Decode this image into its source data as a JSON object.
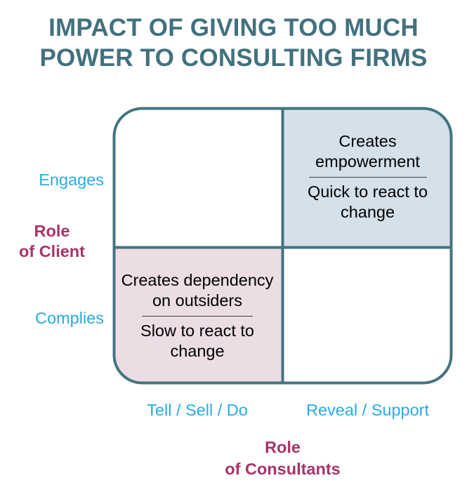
{
  "title": {
    "line1": "IMPACT OF GIVING TOO MUCH",
    "line2": "POWER TO CONSULTING FIRMS",
    "color": "#42717e"
  },
  "chart_data": {
    "type": "table",
    "title": "IMPACT OF GIVING TOO MUCH POWER TO CONSULTING FIRMS",
    "xlabel": "Role of Consultants",
    "ylabel": "Role of Client",
    "x_categories": [
      "Tell / Sell / Do",
      "Reveal / Support"
    ],
    "y_categories": [
      "Engages",
      "Complies"
    ],
    "cells": [
      {
        "row": "Engages",
        "column": "Tell / Sell / Do",
        "primary": "",
        "secondary": "",
        "fill": "#ffffff"
      },
      {
        "row": "Engages",
        "column": "Reveal / Support",
        "primary": "Creates empowerment",
        "secondary": "Quick to react to change",
        "fill": "#d4e0ea"
      },
      {
        "row": "Complies",
        "column": "Tell / Sell / Do",
        "primary": "Creates dependency on outsiders",
        "secondary": "Slow to react to change",
        "fill": "#ecdde5"
      },
      {
        "row": "Complies",
        "column": "Reveal / Support",
        "primary": "",
        "secondary": "",
        "fill": "#ffffff"
      }
    ]
  },
  "matrix": {
    "border_color": "#437480",
    "divider_color": "#404040",
    "top_left": {
      "primary": "",
      "secondary": ""
    },
    "top_right": {
      "primary": "Creates empowerment",
      "secondary": "Quick to react to change"
    },
    "bottom_left": {
      "primary": "Creates dependency on outsiders",
      "secondary": "Slow to react to change"
    },
    "bottom_right": {
      "primary": "",
      "secondary": ""
    }
  },
  "axes": {
    "y": {
      "title_line1": "Role",
      "title_line2": "of Client",
      "high_label": "Engages",
      "low_label": "Complies",
      "label_color": "#29abe2",
      "title_color": "#a83369"
    },
    "x": {
      "title_line1": "Role",
      "title_line2": "of Consultants",
      "left_label": "Tell / Sell / Do",
      "right_label": "Reveal / Support",
      "label_color": "#29abe2",
      "title_color": "#a83369"
    }
  }
}
